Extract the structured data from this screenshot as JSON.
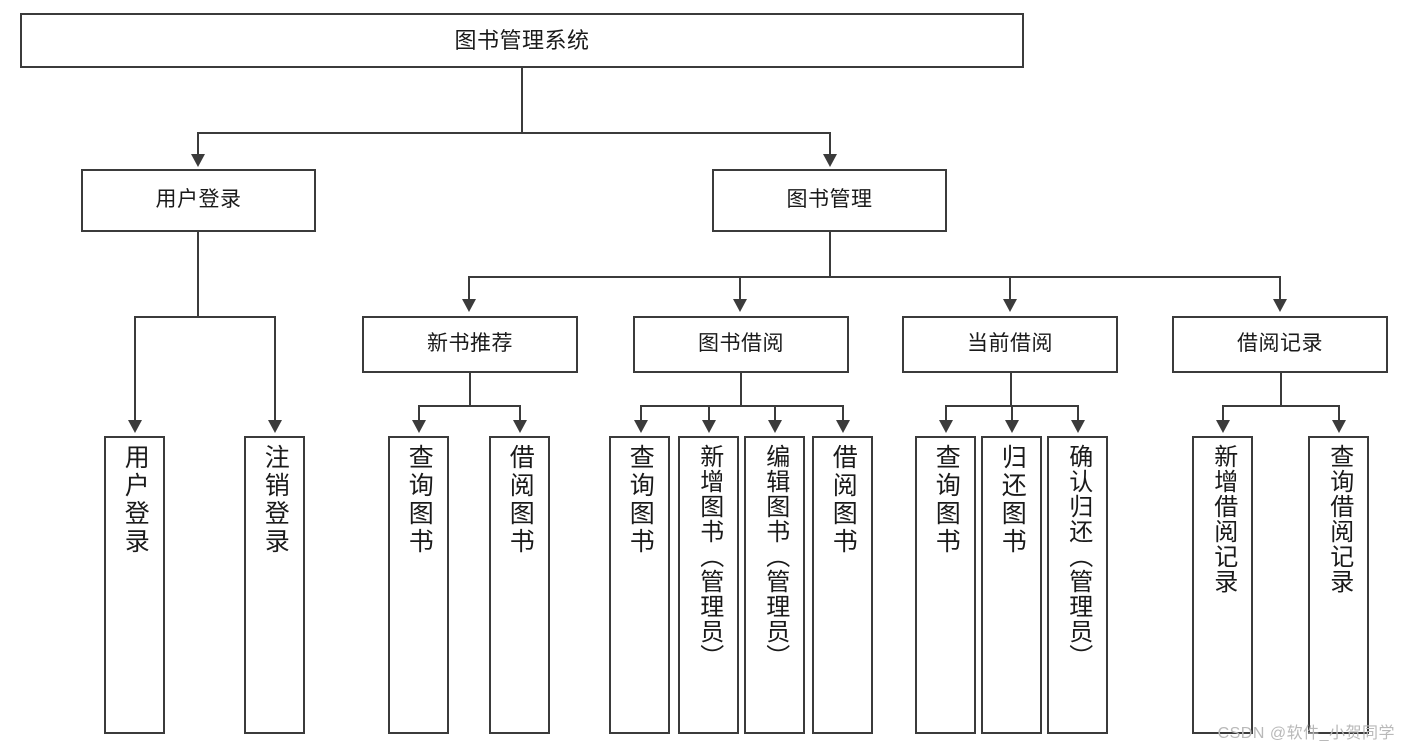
{
  "diagram": {
    "title": "图书管理系统",
    "type": "tree",
    "orientation": "top-down",
    "colors": {
      "stroke": "#3b3b3b",
      "fill": "#ffffff",
      "text": "#1a1a1a",
      "watermark": "#b9b9b9"
    }
  },
  "root": {
    "label": "图书管理系统"
  },
  "level2": [
    {
      "label": "用户登录"
    },
    {
      "label": "图书管理"
    }
  ],
  "level3": [
    {
      "label": "新书推荐"
    },
    {
      "label": "图书借阅"
    },
    {
      "label": "当前借阅"
    },
    {
      "label": "借阅记录"
    }
  ],
  "leaves": {
    "user_login": [
      {
        "label": "用户登录"
      },
      {
        "label": "注销登录"
      }
    ],
    "new_book": [
      {
        "label": "查询图书"
      },
      {
        "label": "借阅图书"
      }
    ],
    "book_borrow": [
      {
        "label": "查询图书"
      },
      {
        "label": "新增图书（管理员）"
      },
      {
        "label": "编辑图书（管理员）"
      },
      {
        "label": "借阅图书"
      }
    ],
    "current_borrow": [
      {
        "label": "查询图书"
      },
      {
        "label": "归还图书"
      },
      {
        "label": "确认归还（管理员）"
      }
    ],
    "borrow_record": [
      {
        "label": "新增借阅记录"
      },
      {
        "label": "查询借阅记录"
      }
    ]
  },
  "watermark": {
    "text": "CSDN @软件_小贺同学"
  }
}
